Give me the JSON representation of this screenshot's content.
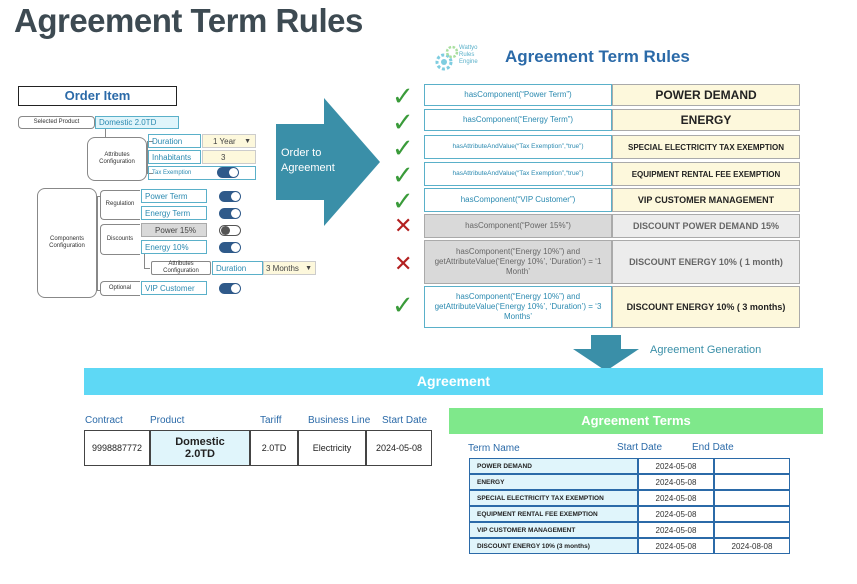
{
  "page": {
    "title": "Agreement Term Rules"
  },
  "logo": {
    "line1": "Wattyo",
    "line2": "Rules",
    "line3": "Engine"
  },
  "rules_panel": {
    "title": "Agreement Term Rules",
    "rules": [
      {
        "condition": "hasComponent(“Power Term”)",
        "result": "POWER DEMAND",
        "status": "pass"
      },
      {
        "condition": "hasComponent(“Energy Term”)",
        "result": "ENERGY",
        "status": "pass"
      },
      {
        "condition": "hasAttributeAndValue(“Tax Exemption”,“true”)",
        "result": "SPECIAL ELECTRICITY TAX EXEMPTION",
        "status": "pass"
      },
      {
        "condition": "hasAttributeAndValue(“Tax Exemption”,“true”)",
        "result": "EQUIPMENT RENTAL FEE EXEMPTION",
        "status": "pass"
      },
      {
        "condition": "hasComponent(“VIP Customer”)",
        "result": "VIP CUSTOMER MANAGEMENT",
        "status": "pass"
      },
      {
        "condition": "hasComponent(“Power 15%”)",
        "result": "DISCOUNT POWER DEMAND 15%",
        "status": "fail"
      },
      {
        "condition": "hasComponent(“Energy 10%”) and getAttributeValue(‘Energy 10%’, ‘Duration’) = ‘1 Month’",
        "result": "DISCOUNT ENERGY 10% ( 1 month)",
        "status": "fail"
      },
      {
        "condition": "hasComponent(“Energy 10%”) and getAttributeValue(‘Energy 10%’, ‘Duration’) = ‘3 Months’",
        "result": "DISCOUNT ENERGY 10% ( 3 months)",
        "status": "pass"
      }
    ]
  },
  "order_item": {
    "title": "Order Item",
    "selected_product_label": "Selected Product",
    "selected_product_value": "Domestic 2.0TD",
    "attributes_configuration_label": "Attributes Configuration",
    "attributes": [
      {
        "label": "Duration",
        "value": "1 Year"
      },
      {
        "label": "Inhabitants",
        "value": "3"
      },
      {
        "label": "Tax Exemption",
        "toggle": true
      }
    ],
    "components_configuration_label": "Components Configuration",
    "groups": {
      "regulation": "Regulation",
      "discounts": "Discounts",
      "optional": "Optional"
    },
    "components": {
      "power_term": "Power Term",
      "energy_term": "Energy Term",
      "power_15": "Power 15%",
      "energy_10": "Energy 10%",
      "vip_customer": "VIP Customer"
    },
    "sub_attributes": {
      "label": "Attributes Configuration",
      "field_label": "Duration",
      "field_value": "3 Months"
    }
  },
  "arrow": {
    "label": "Order to Agreement"
  },
  "generation_label": "Agreement Generation",
  "agreement": {
    "title": "Agreement",
    "headers": [
      "Contract",
      "Product",
      "Tariff",
      "Business Line",
      "Start Date"
    ],
    "row": {
      "contract": "9998887772",
      "product": "Domestic 2.0TD",
      "tariff": "2.0TD",
      "business_line": "Electricity",
      "start_date": "2024-05-08"
    }
  },
  "agreement_terms": {
    "title": "Agreement Terms",
    "headers": [
      "Term Name",
      "Start Date",
      "End Date"
    ],
    "rows": [
      {
        "name": "POWER DEMAND",
        "start": "2024-05-08",
        "end": ""
      },
      {
        "name": "ENERGY",
        "start": "2024-05-08",
        "end": ""
      },
      {
        "name": "SPECIAL ELECTRICITY TAX EXEMPTION",
        "start": "2024-05-08",
        "end": ""
      },
      {
        "name": "EQUIPMENT RENTAL FEE EXEMPTION",
        "start": "2024-05-08",
        "end": ""
      },
      {
        "name": "VIP CUSTOMER MANAGEMENT",
        "start": "2024-05-08",
        "end": ""
      },
      {
        "name": "DISCOUNT ENERGY 10% (3 months)",
        "start": "2024-05-08",
        "end": "2024-08-08"
      }
    ]
  },
  "colors": {
    "accent": "#2b6aa8",
    "teal": "#3a8fa8",
    "agreement_bar": "#5ed8f5",
    "terms_bar": "#7fe88b",
    "pass": "#3a9b3a",
    "fail": "#b32020"
  }
}
